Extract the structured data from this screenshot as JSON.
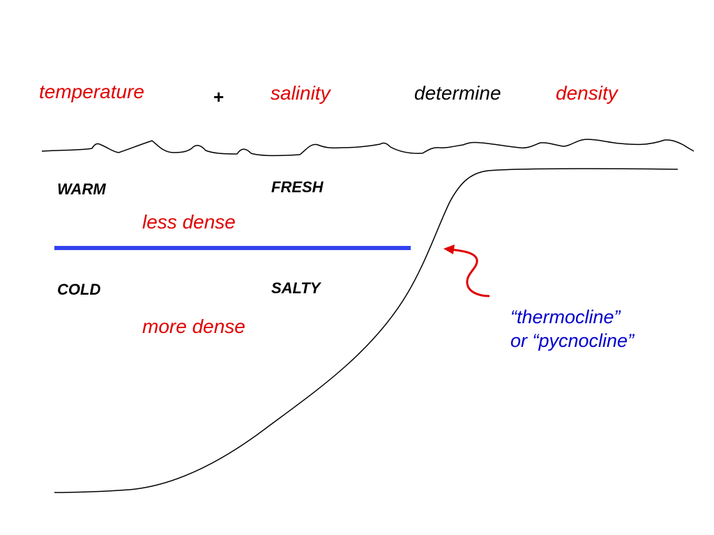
{
  "header": {
    "temperature": "temperature",
    "plus": "+",
    "salinity": "salinity",
    "determine": "determine",
    "density": "density"
  },
  "upper_layer": {
    "temperature": "WARM",
    "salinity": "FRESH",
    "density": "less dense"
  },
  "lower_layer": {
    "temperature": "COLD",
    "salinity": "SALTY",
    "density": "more dense"
  },
  "boundary_label": {
    "line1": "“thermocline”",
    "line2": "or “pycnocline”"
  },
  "colors": {
    "accent_red": "#e00000",
    "label_blue": "#0000cc",
    "boundary_line": "#3344ee",
    "outline": "#000000"
  }
}
